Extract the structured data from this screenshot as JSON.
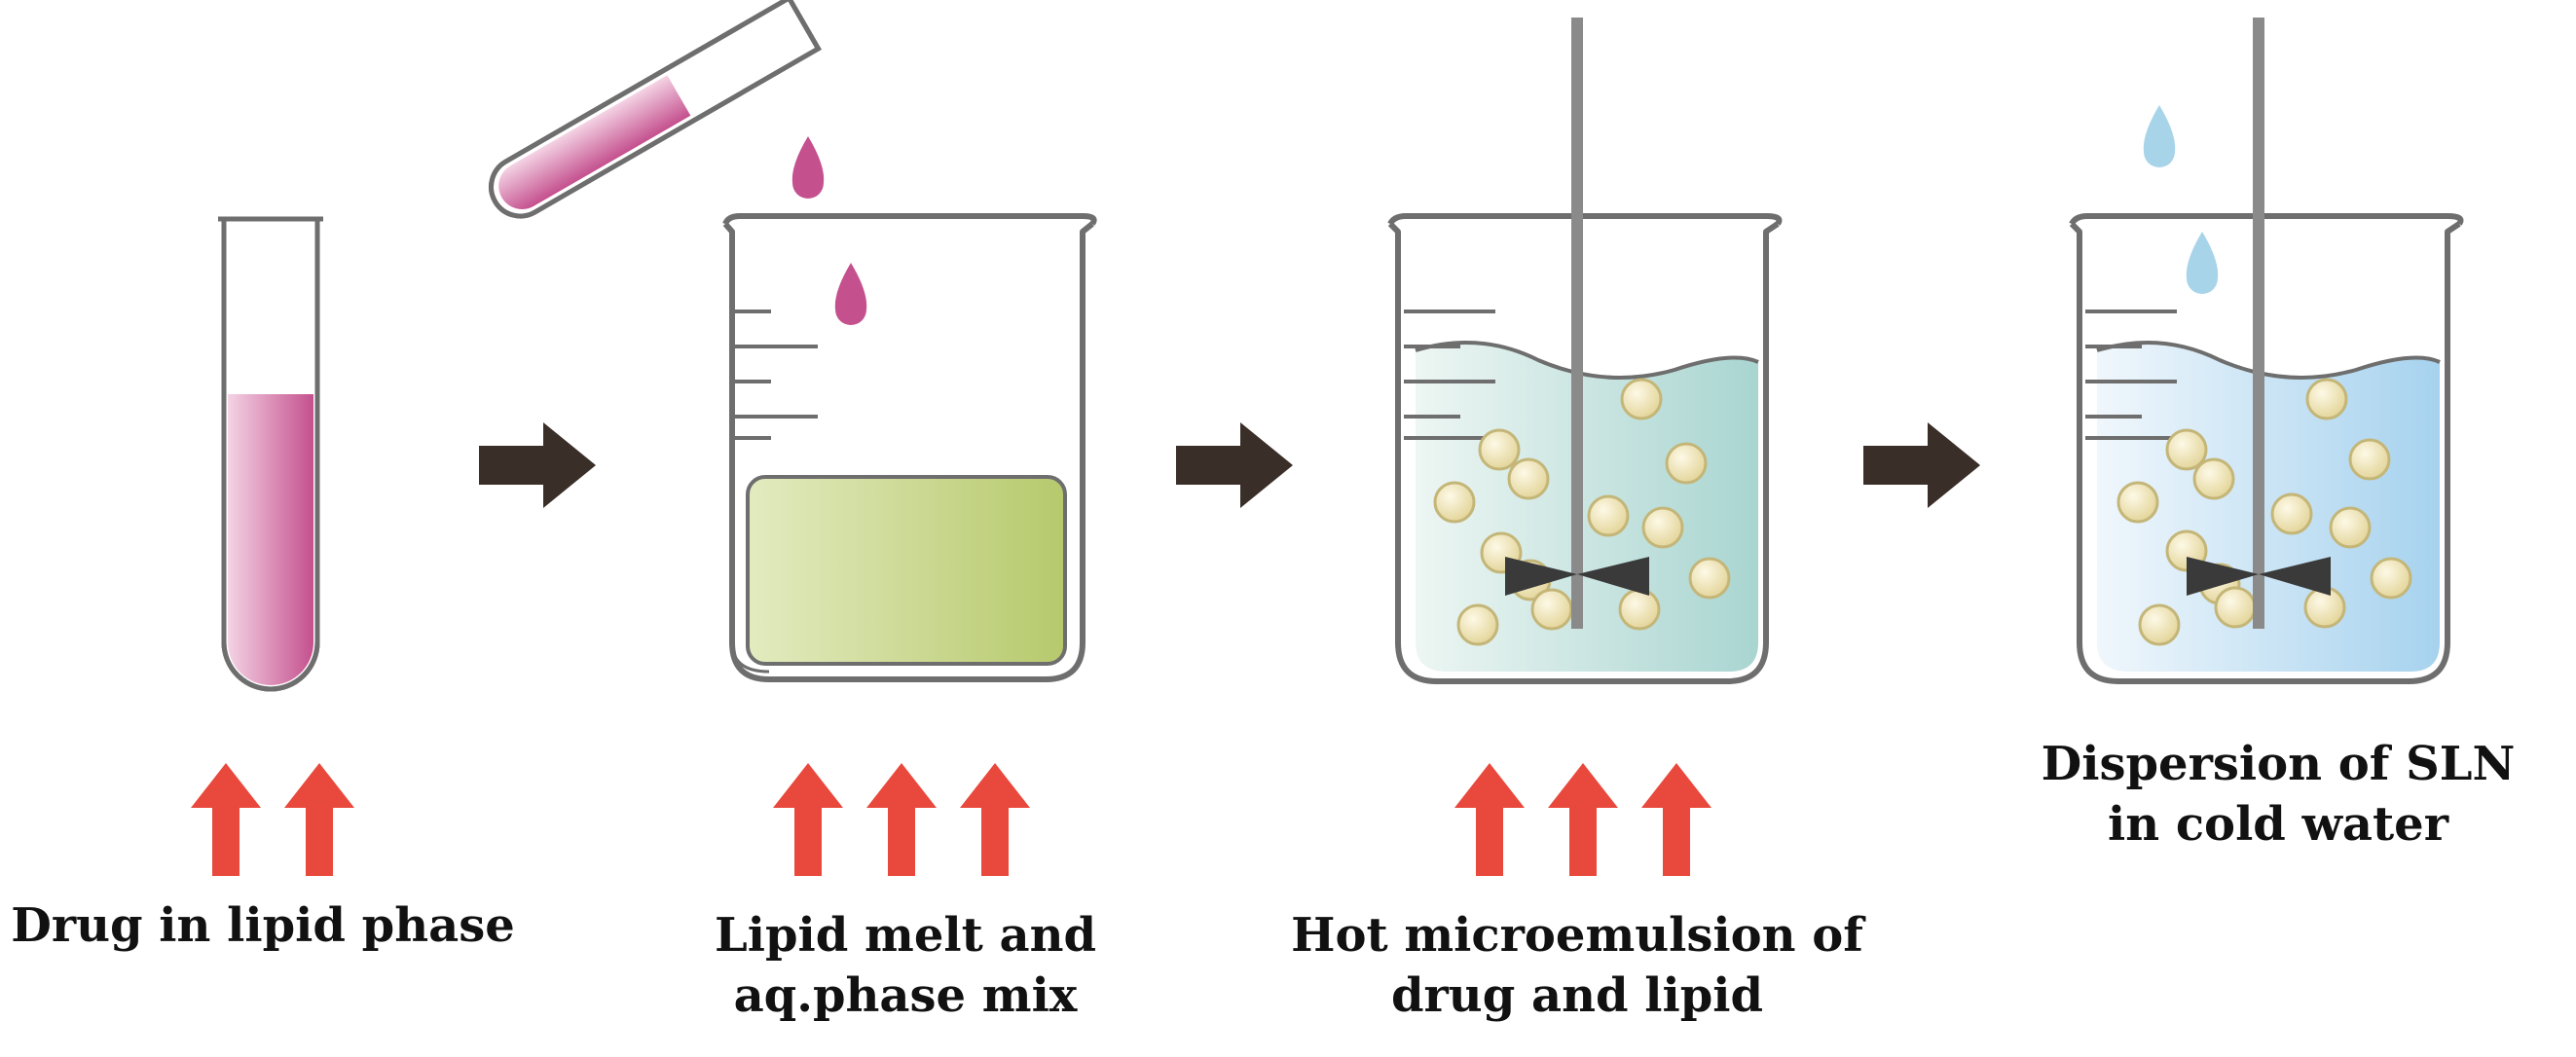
{
  "steps": [
    {
      "label_lines": [
        "Drug in lipid  phase"
      ],
      "heat_arrows": 2
    },
    {
      "label_lines": [
        "Lipid  melt and",
        "aq.phase mix"
      ],
      "heat_arrows": 3
    },
    {
      "label_lines": [
        "Hot microemulsion  of",
        "drug and lipid"
      ],
      "heat_arrows": 3
    },
    {
      "label_lines": [
        "Dispersion  of SLN",
        "in cold water"
      ],
      "heat_arrows": 0
    }
  ],
  "colors": {
    "drug_solution": "#c4508e",
    "lipid_melt": "#bccd7a",
    "microemulsion": "#b8dcd8",
    "cold_water": "#bcdcef",
    "water_drop": "#a8d4ea",
    "particle": "#f2e7b4",
    "heat_arrow": "#e8493c",
    "process_arrow": "#3a2e28",
    "glass_outline": "#6e6e6e",
    "stirrer": "#8a8a8a"
  },
  "icons": [
    "test-tube-icon",
    "beaker-icon",
    "stirrer-icon",
    "drop-icon",
    "heat-arrow-icon",
    "process-arrow-icon"
  ]
}
